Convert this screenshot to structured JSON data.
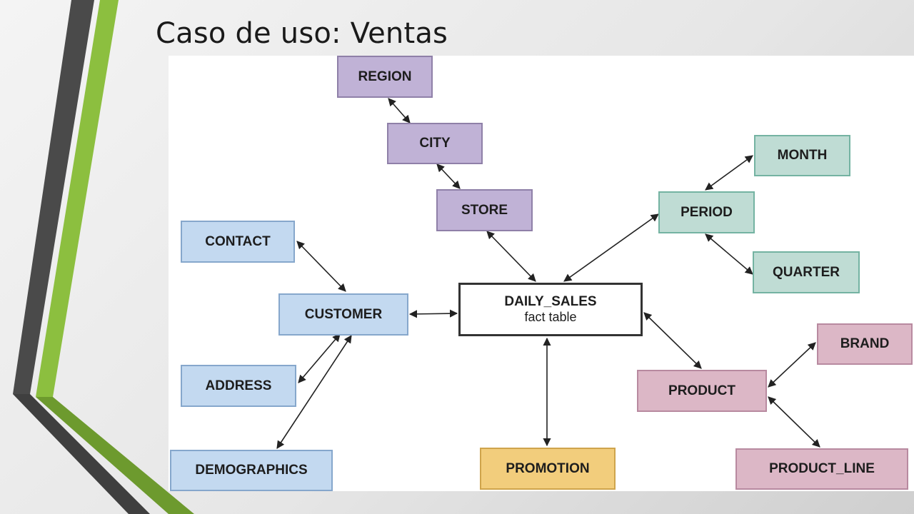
{
  "slide": {
    "title": "Caso de uso: Ventas"
  },
  "diagram": {
    "fact": {
      "name": "DAILY_SALES",
      "subtitle": "fact table"
    },
    "nodes": {
      "region": "REGION",
      "city": "CITY",
      "store": "STORE",
      "month": "MONTH",
      "period": "PERIOD",
      "quarter": "QUARTER",
      "contact": "CONTACT",
      "customer": "CUSTOMER",
      "address": "ADDRESS",
      "demographics": "DEMOGRAPHICS",
      "brand": "BRAND",
      "product": "PRODUCT",
      "product_line": "PRODUCT_LINE",
      "promotion": "PROMOTION"
    },
    "colors": {
      "location": "#c0b2d6",
      "time": "#bfdcd4",
      "customer": "#c3d9f0",
      "product": "#dcb7c6",
      "promotion": "#f2cd7c",
      "fact_border": "#333333"
    }
  }
}
